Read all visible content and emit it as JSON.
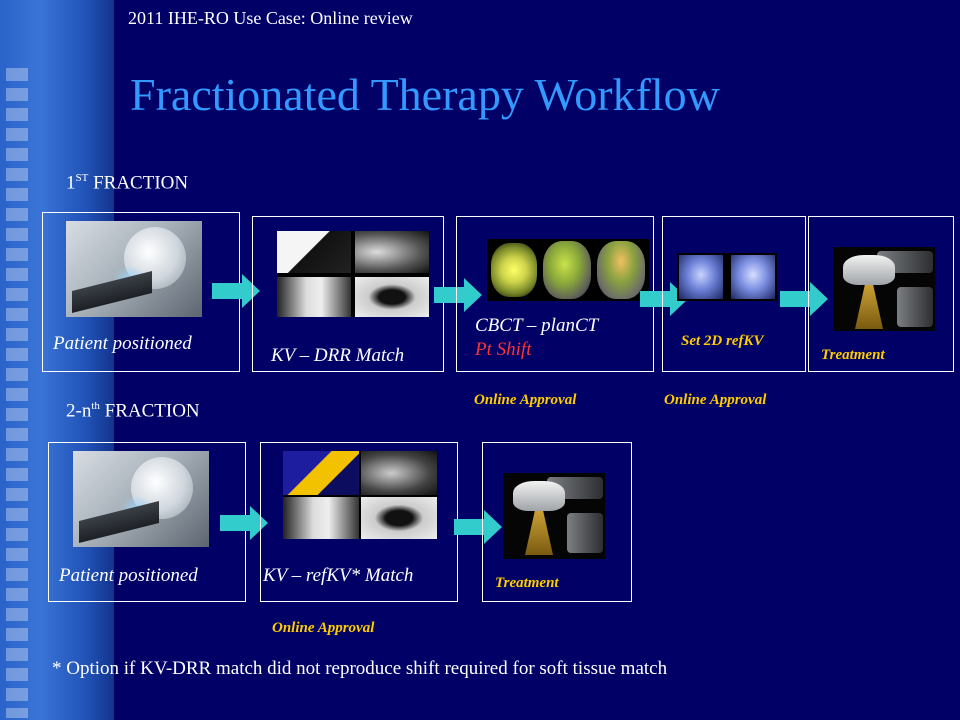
{
  "header_note": "2011 IHE-RO Use Case: Online review",
  "title": "Fractionated Therapy Workflow",
  "first_fraction": {
    "label_prefix": "1",
    "label_sup": "ST",
    "label_suffix": " FRACTION",
    "steps": {
      "patient": "Patient positioned",
      "kv_drr": "KV – DRR Match",
      "cbct_line1": "CBCT – planCT",
      "cbct_line2": "Pt Shift",
      "set_refkv": "Set 2D refKV",
      "treatment": "Treatment"
    },
    "approval_1": "Online Approval",
    "approval_2": "Online Approval"
  },
  "second_fraction": {
    "label_prefix": "2-n",
    "label_sup": "th",
    "label_suffix": " FRACTION",
    "steps": {
      "patient": "Patient positioned",
      "kv_refkv": "KV – refKV* Match",
      "treatment": "Treatment"
    },
    "approval": "Online Approval"
  },
  "footnote": "* Option if KV-DRR match did not reproduce shift required for soft tissue match",
  "colors": {
    "background": "#000066",
    "title": "#3399ff",
    "caption_yellow": "#ffcc00",
    "caption_red": "#ff3333",
    "arrow": "#33cccc"
  },
  "icons": [
    "right-arrow-icon"
  ]
}
